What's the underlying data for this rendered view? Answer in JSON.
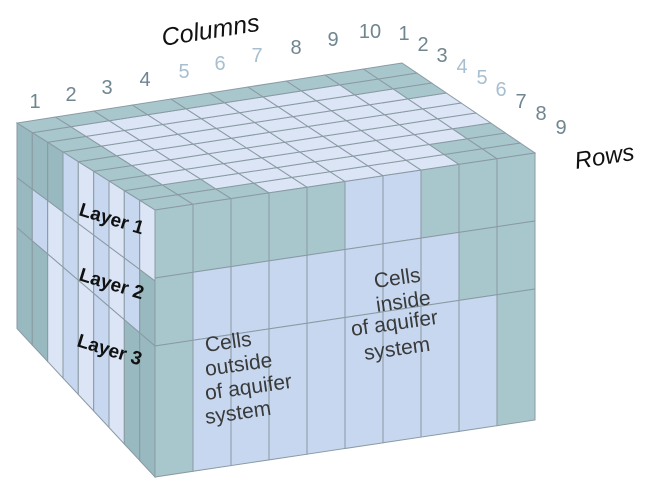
{
  "title": "Columns",
  "rows_title": "Rows",
  "column_numbers": [
    "1",
    "2",
    "3",
    "4",
    "5",
    "6",
    "7",
    "8",
    "9",
    "10"
  ],
  "row_numbers": [
    "1",
    "2",
    "3",
    "4",
    "5",
    "6",
    "7",
    "8",
    "9"
  ],
  "layers": [
    "Layer 1",
    "Layer 2",
    "Layer 3"
  ],
  "notes": {
    "outside": [
      "Cells",
      "outside",
      "of aquifer",
      "system"
    ],
    "inside": [
      "Cells",
      "inside",
      "of aquifer",
      "system"
    ]
  },
  "colors": {
    "active": "#c6d7ef",
    "active_light": "#dbe5f6",
    "inactive": "#a8c7cd",
    "inactive_dark": "#98b9bf",
    "grid": "#8a9aa3",
    "number_dark": "#6f8590",
    "number_light": "#a7bfd0",
    "text": "#3a3a3a",
    "heading": "#111111"
  },
  "faded_column_numbers": [
    "5",
    "6",
    "7"
  ],
  "faded_row_numbers": [
    "4",
    "5",
    "6"
  ],
  "grid": {
    "cols": 10,
    "rows": 9,
    "layers": 3
  }
}
